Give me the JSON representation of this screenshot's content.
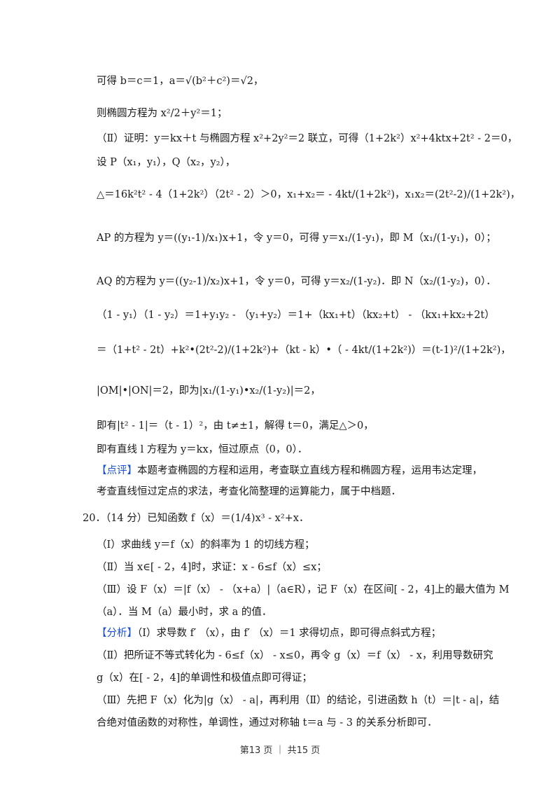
{
  "lines": [
    {
      "t": "可得 b＝c＝1，a＝√(b²＋c²)＝√2，"
    },
    {
      "t": "则椭圆方程为 x²/2＋y²＝1；"
    },
    {
      "t": "（Ⅱ）证明：y＝kx＋t 与椭圆方程 x²+2y²＝2 联立，可得（1+2k²）x²+4ktx+2t² - 2＝0，"
    },
    {
      "t": "设 P（x₁，y₁），Q（x₂，y₂），"
    },
    {
      "t": "△＝16k²t² - 4（1+2k²）（2t² - 2）＞0，x₁+x₂＝ - 4kt/(1+2k²)，x₁x₂＝(2t²-2)/(1+2k²)，"
    },
    {
      "t": "AP 的方程为 y＝((y₁-1)/x₁)x+1，令 y＝0，可得 y＝x₁/(1-y₁)，即 M（x₁/(1-y₁)，0）；"
    },
    {
      "t": "AQ 的方程为 y＝((y₂-1)/x₂)x+1，令 y＝0，可得 y＝x₂/(1-y₂)．即 N（x₂/(1-y₂)，0）．"
    },
    {
      "t": "（1 - y₁）（1 - y₂）＝1+y₁y₂ - （y₁+y₂）＝1+（kx₁+t）（kx₂+t） - （kx₁+kx₂+2t）"
    },
    {
      "t": "＝（1+t² - 2t）+k²•(2t²-2)/(1+2k²)+（kt - k）•（ - 4kt/(1+2k²)）＝(t-1)²/(1+2k²)，"
    },
    {
      "t": "|OM|•|ON|＝2，即为|x₁/(1-y₁)•x₂/(1-y₂)|＝2，"
    },
    {
      "t": "即有|t² - 1|＝（t - 1）²，由 t≠±1，解得 t＝0，满足△＞0，"
    },
    {
      "t": "即有直线 l 方程为 y＝kx，恒过原点（0，0）．"
    },
    {
      "tag": "【点评】",
      "t": "本题考查椭圆的方程和运用，考查联立直线方程和椭圆方程，运用韦达定理，"
    },
    {
      "t": "考查直线恒过定点的求法，考查化简整理的运算能力，属于中档题．"
    },
    {
      "t": "20．（14 分）已知函数 f（x）＝(1/4)x³ - x²+x．"
    },
    {
      "t": "（Ⅰ）求曲线 y＝f（x）的斜率为 1 的切线方程；"
    },
    {
      "t": "（Ⅱ）当 x∈[ - 2，4]时，求证：x - 6≤f（x）≤x；"
    },
    {
      "t": "（Ⅲ）设 F（x）＝|f（x） - （x+a）|（a∈R），记 F（x）在区间[ - 2，4]上的最大值为 M"
    },
    {
      "t": "（a）．当 M（a）最小时，求 a 的值．"
    },
    {
      "tag": "【分析】",
      "t": "（Ⅰ）求导数 f′ （x），由 f′ （x）＝1 求得切点，即可得点斜式方程；"
    },
    {
      "t": "（Ⅱ）把所证不等式转化为 - 6≤f（x） - x≤0，再令 g（x）＝f（x） - x，利用导数研究"
    },
    {
      "t": "g（x）在[ - 2，4]的单调性和极值点即可得证；"
    },
    {
      "t": "（Ⅲ）先把 F（x）化为|g（x） - a|，再利用（Ⅱ）的结论，引进函数 h（t）＝|t - a|，结"
    },
    {
      "t": "合绝对值函数的对称性，单调性，通过对称轴 t＝a 与 - 3 的关系分析即可．"
    }
  ],
  "footer": "第13 页 ｜ 共15 页",
  "colors": {
    "tag": "#1a4fd6"
  }
}
